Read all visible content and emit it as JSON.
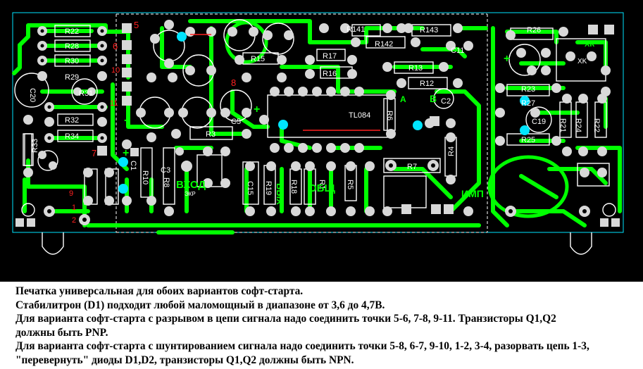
{
  "board": {
    "background": "#000000",
    "trace_color": "#00ff00",
    "pad_color": "#d8d8d8",
    "silk_color": "#ffffff",
    "marker_color": "#ff2020",
    "via_color": "#00e5ff",
    "point_markers": [
      "5",
      "6",
      "7",
      "8",
      "9",
      "10",
      "11",
      "1",
      "2"
    ],
    "components": {
      "r22": "R22",
      "r28": "R28",
      "r30": "R30",
      "r29": "R29",
      "c20": "C20",
      "r31": "R31",
      "r32": "R32",
      "r34": "R34",
      "r33": "R33",
      "r141": "R141",
      "r143": "R143",
      "r142": "R142",
      "c11": "C11",
      "r13": "R13",
      "r12": "R12",
      "r15": "R15",
      "r16": "R16",
      "r17": "R17",
      "r3": "R3",
      "tl084": "TL084",
      "c5": "C5",
      "c3": "C3",
      "c2": "C2",
      "r26": "R26",
      "r23": "R23",
      "r27": "R27",
      "c19": "C19",
      "r25": "R25",
      "r21": "R21",
      "r24": "R24",
      "r22b": "R22",
      "r10": "R10",
      "r8": "R8",
      "r19": "R19",
      "r18": "R18",
      "r1": "R1",
      "r5": "R5",
      "r7": "R7",
      "r4": "R4",
      "r6": "R6",
      "c1": "C1",
      "c15": "C15",
      "ekr": "ЭКР",
      "in_label": "ВХОД",
      "out_label": "ВЫХ",
      "gnd_label": "ОБЩ",
      "imp": "ИМП",
      "letter_a": "A",
      "letter_b": "B",
      "xk": "XK",
      "xk2": "ХК"
    }
  },
  "notes": {
    "line1": "Печатка универсальная для обоих вариантов софт-старта.",
    "line2": "Стабилитрон (D1) подходит любой маломощный в диапазоне от 3,6 до 4,7В.",
    "line3": "Для варианта софт-старта с разрывом в цепи сигнала надо соединить точки 5-6, 7-8, 9-11. Транзисторы Q1,Q2",
    "line4": "должны быть PNP.",
    "line5": "Для варианта софт-старта с шунтированием сигнала надо соединить точки 5-8, 6-7, 9-10, 1-2, 3-4, разорвать цепь 1-3,",
    "line6": "\"перевернуть\" диоды D1,D2, транзисторы Q1,Q2 должны быть NPN."
  }
}
